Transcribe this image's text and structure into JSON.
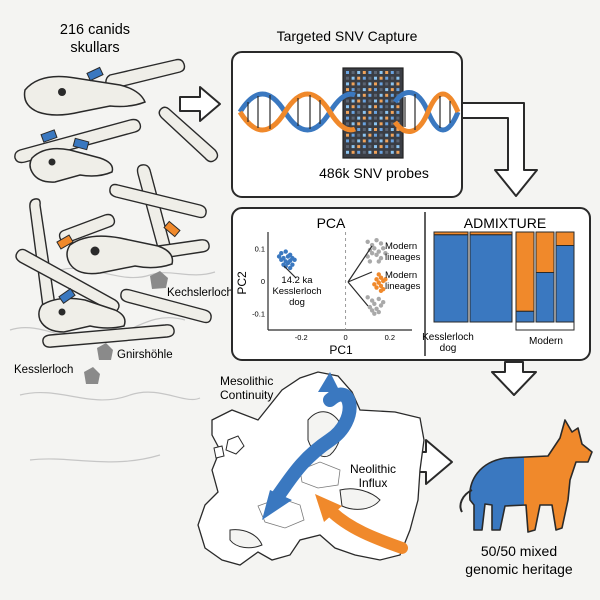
{
  "skulls_panel": {
    "title_line1": "216 canids",
    "title_line2": "skullars",
    "site_kechslerloch": "Kechslerloch",
    "site_gnirshohle": "Gnirshöhle",
    "site_kesslerloch": "Kesslerloch"
  },
  "capture_panel": {
    "title": "Targeted SNV Capture",
    "probes_label": "486k SNV probes"
  },
  "pca_panel": {
    "title": "PCA",
    "y_axis_label": "PC2",
    "x_axis_label": "PC1",
    "y_ticks": [
      "0.1",
      "0",
      "-0.1"
    ],
    "x_ticks": [
      "-0.2",
      "0",
      "0.2"
    ],
    "kessler_label": "14.2 ka\nKesslerloch\ndog",
    "modern_label_grey": "Modern\nlineages",
    "modern_label_orange": "Modern\nlineages"
  },
  "admixture_panel": {
    "title": "ADMIXTURE",
    "kessler_label": "Kesslerloch\ndog",
    "modern_label": "Modern"
  },
  "map_panel": {
    "mesolithic_label": "Mesolithic\nContinuity",
    "neolithic_label": "Neolithic\nInflux"
  },
  "result": {
    "label_line1": "50/50 mixed",
    "label_line2": "genomic heritage"
  },
  "colors": {
    "blue": "#3a78c0",
    "orange": "#f0892b",
    "grey": "#a9a9a9",
    "outline": "#2a2a2a"
  },
  "chart_data": {
    "type": "scatter",
    "title": "PCA",
    "xlabel": "PC1",
    "ylabel": "PC2",
    "xlim": [
      -0.35,
      0.3
    ],
    "ylim": [
      -0.15,
      0.15
    ],
    "series": [
      {
        "name": "Kesslerloch dog",
        "color": "#3a78c0",
        "x": [
          -0.29,
          -0.27,
          -0.25,
          -0.28,
          -0.26,
          -0.24,
          -0.3,
          -0.27,
          -0.25,
          -0.23,
          -0.28,
          -0.26,
          -0.29,
          -0.24,
          -0.27,
          -0.25
        ],
        "y": [
          0.085,
          0.09,
          0.08,
          0.07,
          0.075,
          0.07,
          0.075,
          0.06,
          0.062,
          0.065,
          0.05,
          0.055,
          0.065,
          0.05,
          0.045,
          0.04
        ]
      },
      {
        "name": "Modern lineages",
        "color": "#a9a9a9",
        "x": [
          0.1,
          0.12,
          0.14,
          0.16,
          0.13,
          0.11,
          0.15,
          0.17,
          0.12,
          0.14,
          0.1,
          0.16,
          0.18,
          0.15,
          0.11
        ],
        "y": [
          0.12,
          0.11,
          0.125,
          0.115,
          0.1,
          0.095,
          0.09,
          0.1,
          0.085,
          0.08,
          0.075,
          0.07,
          0.085,
          0.06,
          0.06
        ]
      },
      {
        "name": "Modern lineages",
        "color": "#f0892b",
        "x": [
          0.14,
          0.16,
          0.15,
          0.17,
          0.13,
          0.16,
          0.18,
          0.14,
          0.15,
          0.17,
          0.16
        ],
        "y": [
          0.005,
          0.01,
          -0.005,
          0.0,
          -0.01,
          -0.015,
          0.005,
          -0.02,
          0.02,
          -0.025,
          -0.03
        ]
      },
      {
        "name": "Modern lineages",
        "color": "#a9a9a9",
        "x": [
          0.1,
          0.12,
          0.15,
          0.13,
          0.16,
          0.11,
          0.14,
          0.17,
          0.12,
          0.15,
          0.13
        ],
        "y": [
          -0.05,
          -0.06,
          -0.055,
          -0.07,
          -0.075,
          -0.08,
          -0.085,
          -0.065,
          -0.09,
          -0.095,
          -0.1
        ]
      }
    ]
  },
  "admixture_data": {
    "type": "bar",
    "stacked": true,
    "columns": [
      {
        "group": "Kesslerloch dog",
        "blue": 0.97,
        "orange": 0.03
      },
      {
        "group": "Kesslerloch dog",
        "blue": 0.97,
        "orange": 0.03
      },
      {
        "group": "Modern",
        "blue": 0.12,
        "orange": 0.88
      },
      {
        "group": "Modern",
        "blue": 0.55,
        "orange": 0.45
      },
      {
        "group": "Modern",
        "blue": 0.85,
        "orange": 0.15
      }
    ]
  }
}
